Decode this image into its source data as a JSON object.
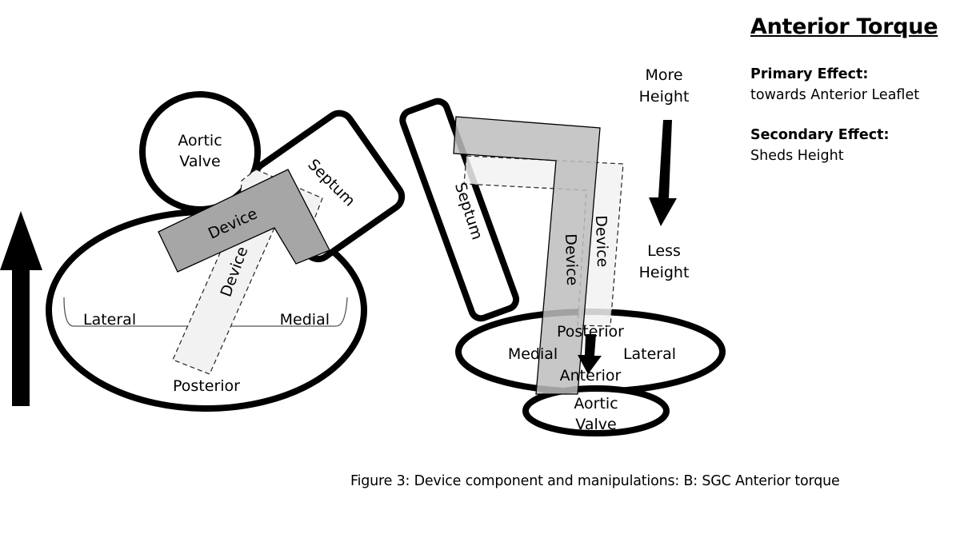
{
  "panel": {
    "title": "Anterior Torque",
    "primary_effect_label": "Primary Effect:",
    "primary_effect_value": "towards Anterior Leaflet",
    "secondary_effect_label": "Secondary Effect:",
    "secondary_effect_value": "Sheds Height"
  },
  "left_view": {
    "aortic_valve_line1": "Aortic",
    "aortic_valve_line2": "Valve",
    "septum": "Septum",
    "device_solid": "Device",
    "device_ghost": "Device",
    "lateral": "Lateral",
    "medial": "Medial",
    "posterior": "Posterior",
    "arrow_direction": "up"
  },
  "right_view": {
    "septum": "Septum",
    "device_solid": "Device",
    "device_ghost": "Device",
    "posterior": "Posterior",
    "medial": "Medial",
    "lateral": "Lateral",
    "anterior": "Anterior",
    "aortic_valve_line1": "Aortic",
    "aortic_valve_line2": "Valve",
    "arrow_direction": "down"
  },
  "height_indicator": {
    "top_line1": "More",
    "top_line2": "Height",
    "bottom_line1": "Less",
    "bottom_line2": "Height",
    "arrow_direction": "down"
  },
  "colors": {
    "outline": "#000000",
    "device_dark": "#a6a6a6",
    "device_light": "#c8c8c8",
    "ghost_fill": "#f2f2f2"
  },
  "caption": "Figure 3: Device component and manipulations:  B: SGC  Anterior torque"
}
